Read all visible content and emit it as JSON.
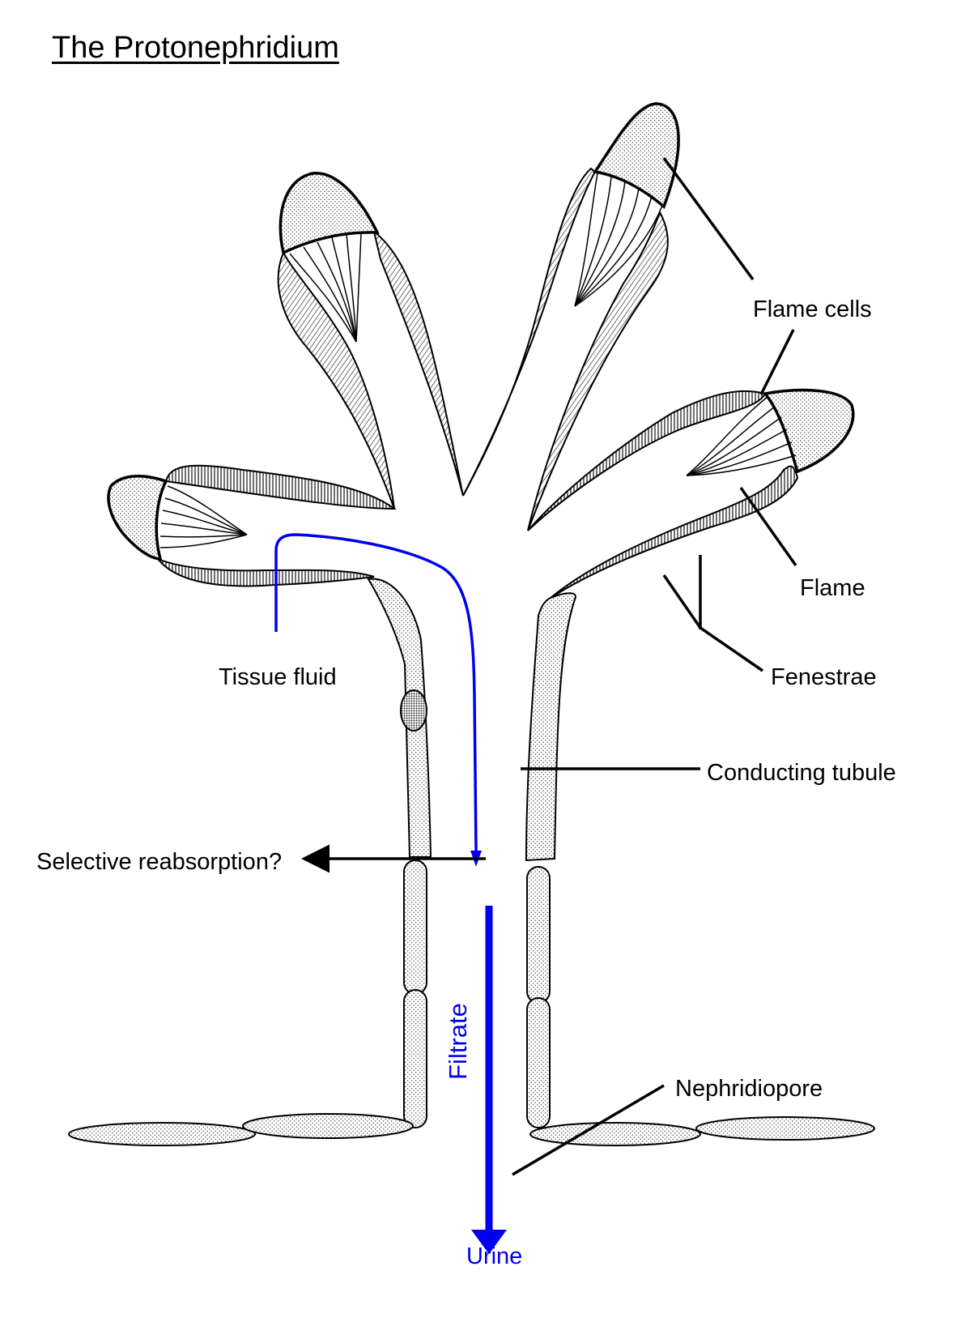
{
  "title": "The Protonephridium",
  "labels": {
    "flame_cells": "Flame cells",
    "flame": "Flame",
    "fenestrae": "Fenestrae",
    "tissue_fluid": "Tissue fluid",
    "conducting_tubule": "Conducting tubule",
    "selective_reabsorption": "Selective reabsorption?",
    "filtrate": "Filtrate",
    "nephridiopore": "Nephridiopore",
    "urine": "Urine"
  },
  "colors": {
    "flow_arrow": "#0000ee",
    "outline": "#000000",
    "stipple_fill": "#d9d9d9",
    "background": "#ffffff"
  }
}
